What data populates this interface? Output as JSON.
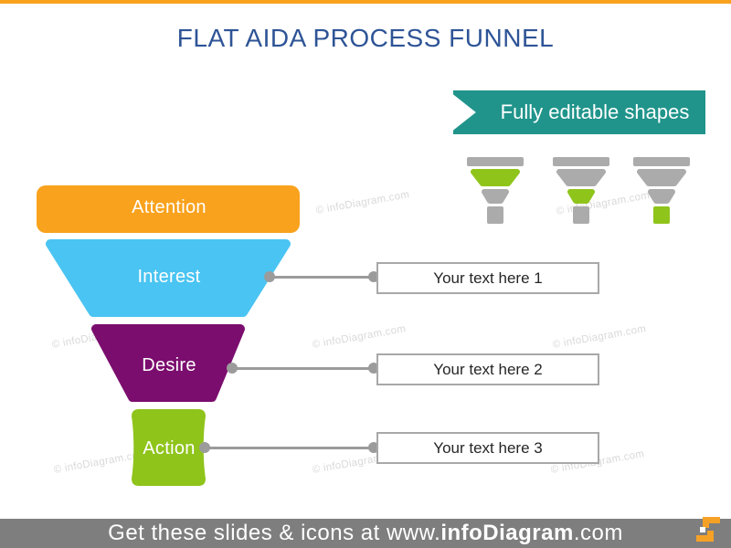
{
  "slide": {
    "title": "FLAT AIDA PROCESS FUNNEL",
    "title_color": "#2E5496",
    "accent_color": "#F9A21D"
  },
  "ribbon": {
    "label": "Fully editable shapes",
    "color": "#20948B"
  },
  "watermark": {
    "text": "© infoDiagram.com"
  },
  "funnel": {
    "stages": [
      {
        "label": "Attention",
        "color": "#F9A21D"
      },
      {
        "label": "Interest",
        "color": "#4AC4F2"
      },
      {
        "label": "Desire",
        "color": "#7B0D6E"
      },
      {
        "label": "Action",
        "color": "#8FC41B"
      }
    ]
  },
  "callouts": [
    {
      "label": "Your text here 1"
    },
    {
      "label": "Your text here 2"
    },
    {
      "label": "Your text here 3"
    }
  ],
  "mini_funnels": {
    "gray": "#ABABAB",
    "green": "#8FC41B",
    "items": [
      {
        "segments": [
          "#ABABAB",
          "#8FC41B",
          "#ABABAB",
          "#ABABAB"
        ]
      },
      {
        "segments": [
          "#ABABAB",
          "#ABABAB",
          "#8FC41B",
          "#ABABAB"
        ]
      },
      {
        "segments": [
          "#ABABAB",
          "#ABABAB",
          "#ABABAB",
          "#8FC41B"
        ]
      }
    ]
  },
  "footer": {
    "prefix": "Get these slides & icons at www.",
    "brand": "infoDiagram",
    "suffix": ".com"
  }
}
